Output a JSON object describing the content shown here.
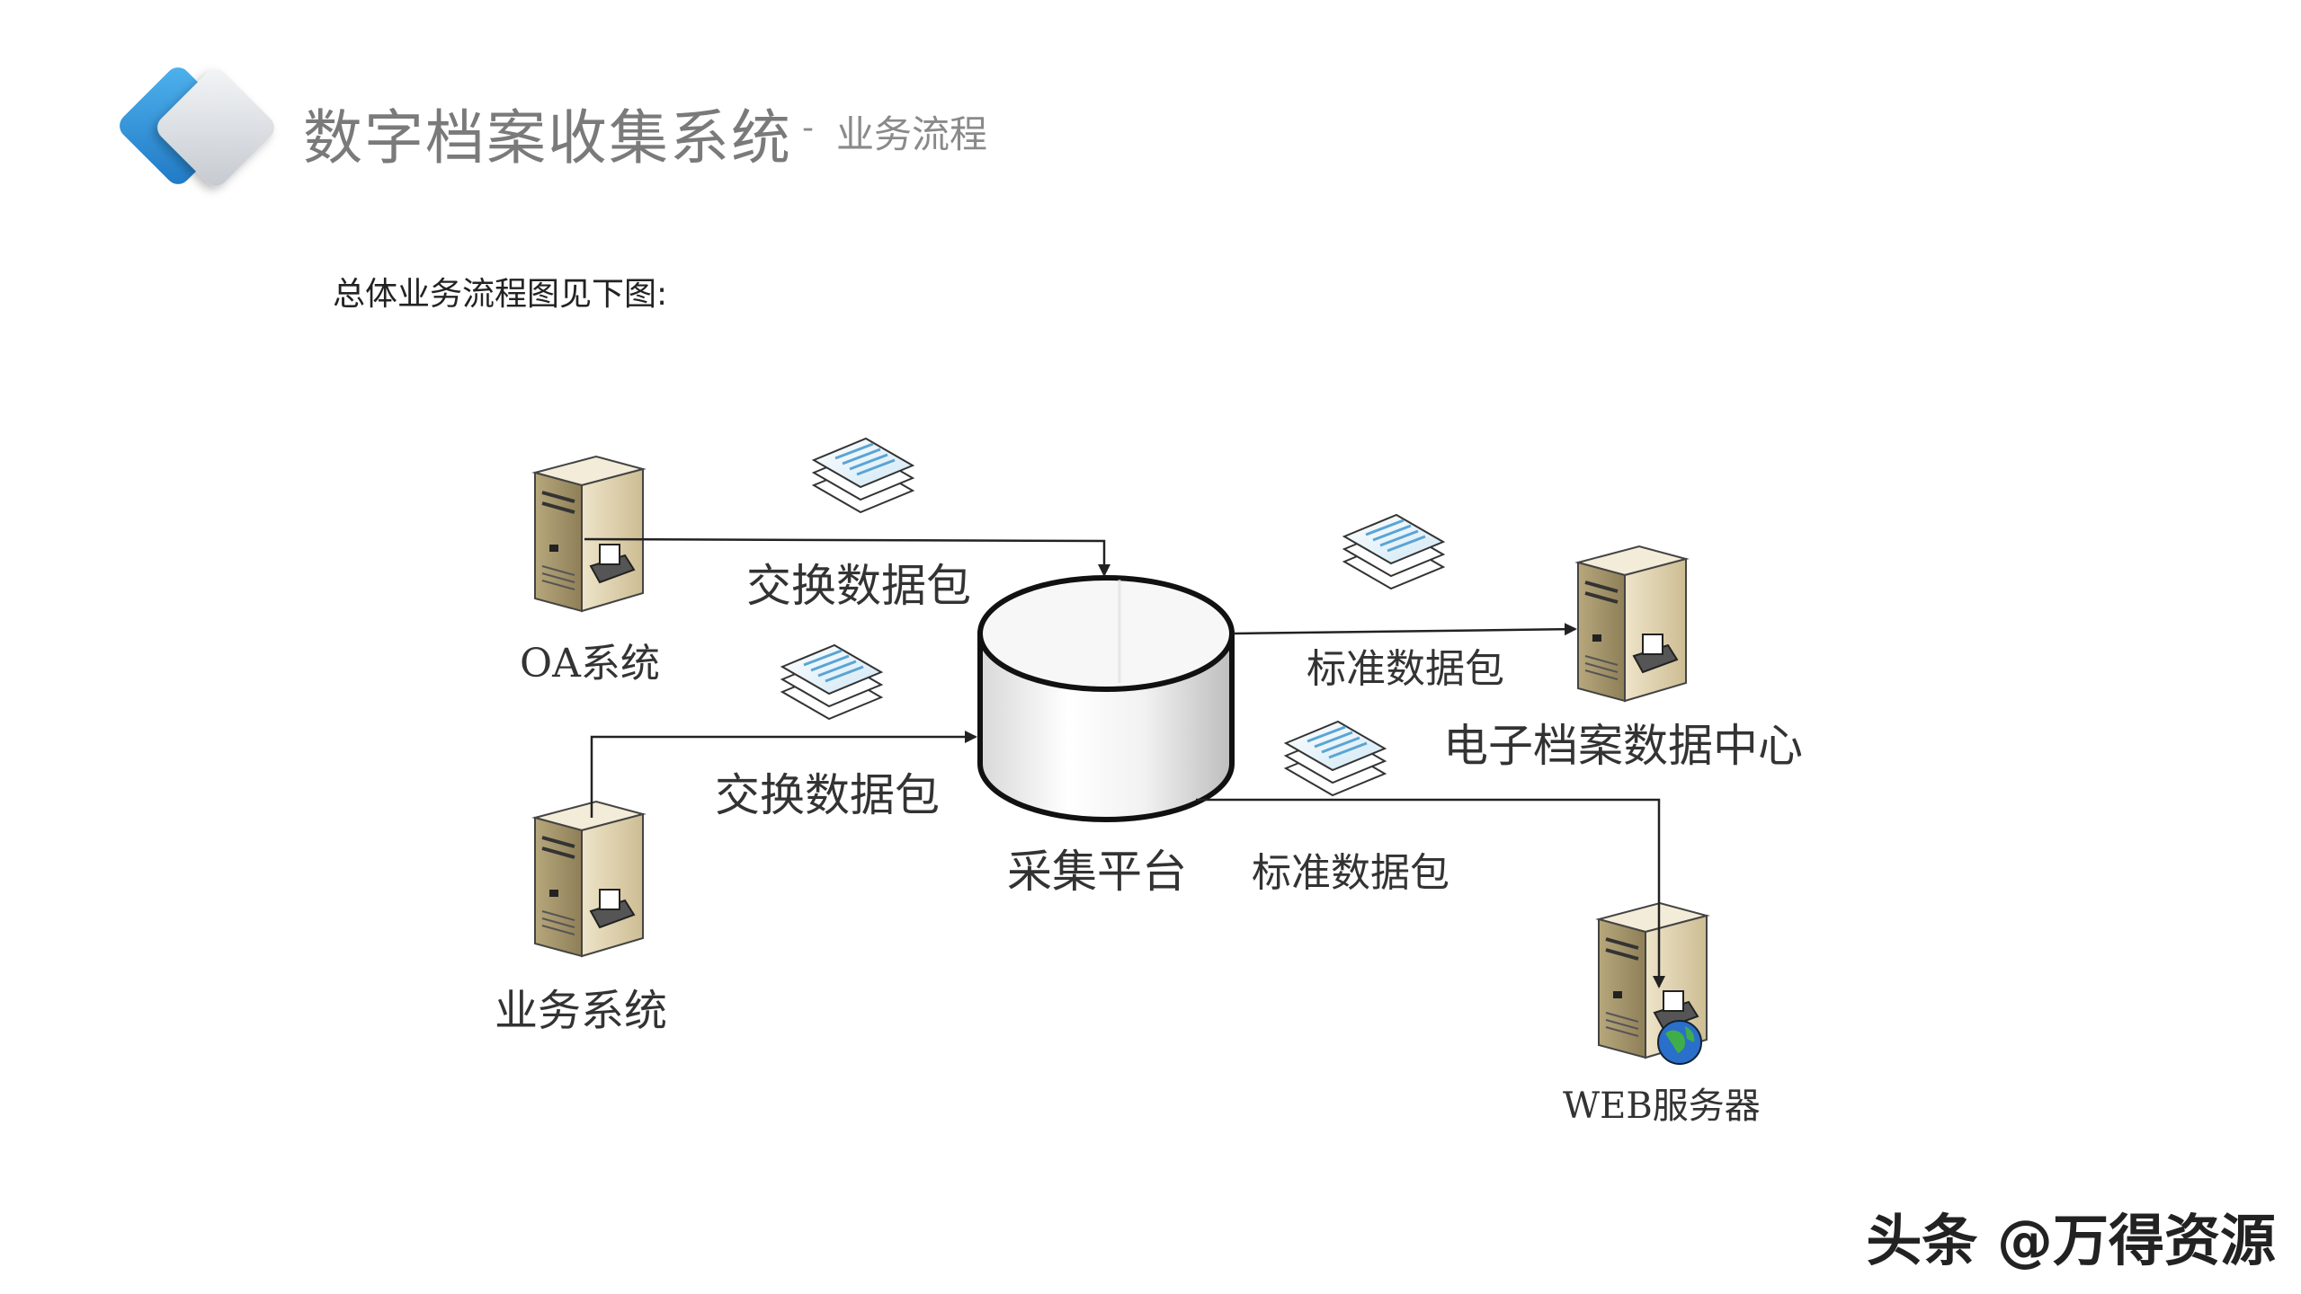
{
  "header": {
    "title": "数字档案收集系统",
    "separator": "-",
    "subtitle": "业务流程"
  },
  "intro_text": "总体业务流程图见下图:",
  "diagram": {
    "nodes": {
      "oa_system": "OA系统",
      "business_system": "业务系统",
      "collection_platform": "采集平台",
      "archive_data_center": "电子档案数据中心",
      "web_server": "WEB服务器"
    },
    "edges": {
      "oa_to_platform": "交换数据包",
      "business_to_platform": "交换数据包",
      "platform_to_center": "标准数据包",
      "platform_to_web": "标准数据包"
    }
  },
  "watermark": "头条 @万得资源",
  "colors": {
    "logo_blue": "#2a8fd6",
    "logo_gray": "#d9dde2",
    "server_body": "#d9cba8",
    "arrow": "#222222"
  }
}
